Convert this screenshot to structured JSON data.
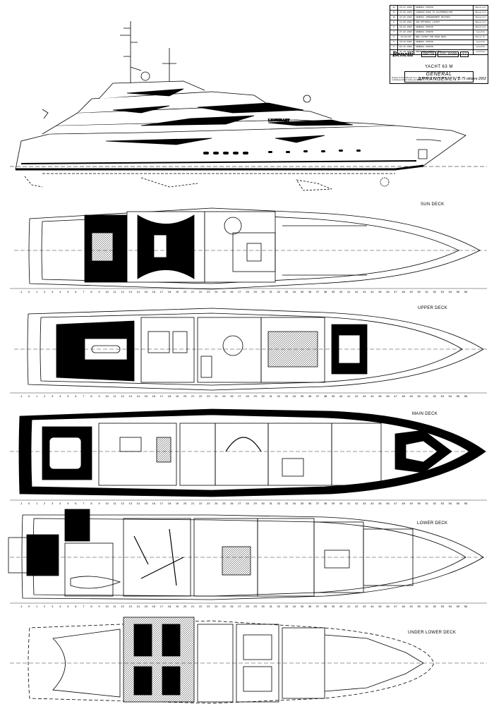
{
  "title_block": {
    "revisions": [
      {
        "no": "12",
        "date": "25-07-2003",
        "desc": "GENERAL UPDATE",
        "by": "Bucaroli"
      },
      {
        "no": "11",
        "date": "25-06-2003",
        "desc": "CHANGES MADE TO ACCOMMODATION",
        "by": "Bucaroli"
      },
      {
        "no": "10",
        "date": "20-06-2003",
        "desc": "GENERAL ARRANGEMENT REVISED",
        "by": "Bucaroli"
      },
      {
        "no": "9",
        "date": "14-05-2003",
        "desc": "ADD OPTIONAL LAYOUT",
        "by": "Bucaroli"
      },
      {
        "no": "8",
        "date": "28-04-2003",
        "desc": "GENERAL UPDATE",
        "by": "Bucaroli"
      },
      {
        "no": "7",
        "date": "27-03-2003",
        "desc": "GENERAL UPDATE",
        "by": "Lovetto"
      },
      {
        "no": "6",
        "date": "15/01/03",
        "desc": "NEW LAYOUT FOR MAIN DECK",
        "by": "Perez R."
      },
      {
        "no": "5",
        "date": "16/12/2002",
        "desc": "GENERAL UPDATE",
        "by": "Lovetto"
      },
      {
        "no": "4",
        "date": "03-12-2002",
        "desc": "GENERAL UPDATE",
        "by": "Lovetto"
      },
      {
        "no": "3",
        "date": "31-10-2002",
        "desc": "MODIFIED GARAGE AREA",
        "by": "Lovetto"
      }
    ],
    "logo_text": "Benetti",
    "codes": [
      "FB220",
      "221.0100",
      "12"
    ],
    "yacht": "YACHT 63 M",
    "drawing_title": "GENERAL ARRANGEMENT",
    "scale": "1:75",
    "date": "ottobre 2002",
    "note": "Property of Azimut-Benetti S.p.A. This drawing may not be reproduced or disclosed without written permission."
  },
  "profile": {
    "yacht_name": "LIONHEART"
  },
  "decks": {
    "sun": "SUN DECK",
    "upper": "UPPER DECK",
    "main": "MAIN DECK",
    "lower": "LOWER DECK",
    "under_lower": "UNDER LOWER DECK"
  },
  "frame_scale": {
    "first": -1,
    "last": 56
  }
}
